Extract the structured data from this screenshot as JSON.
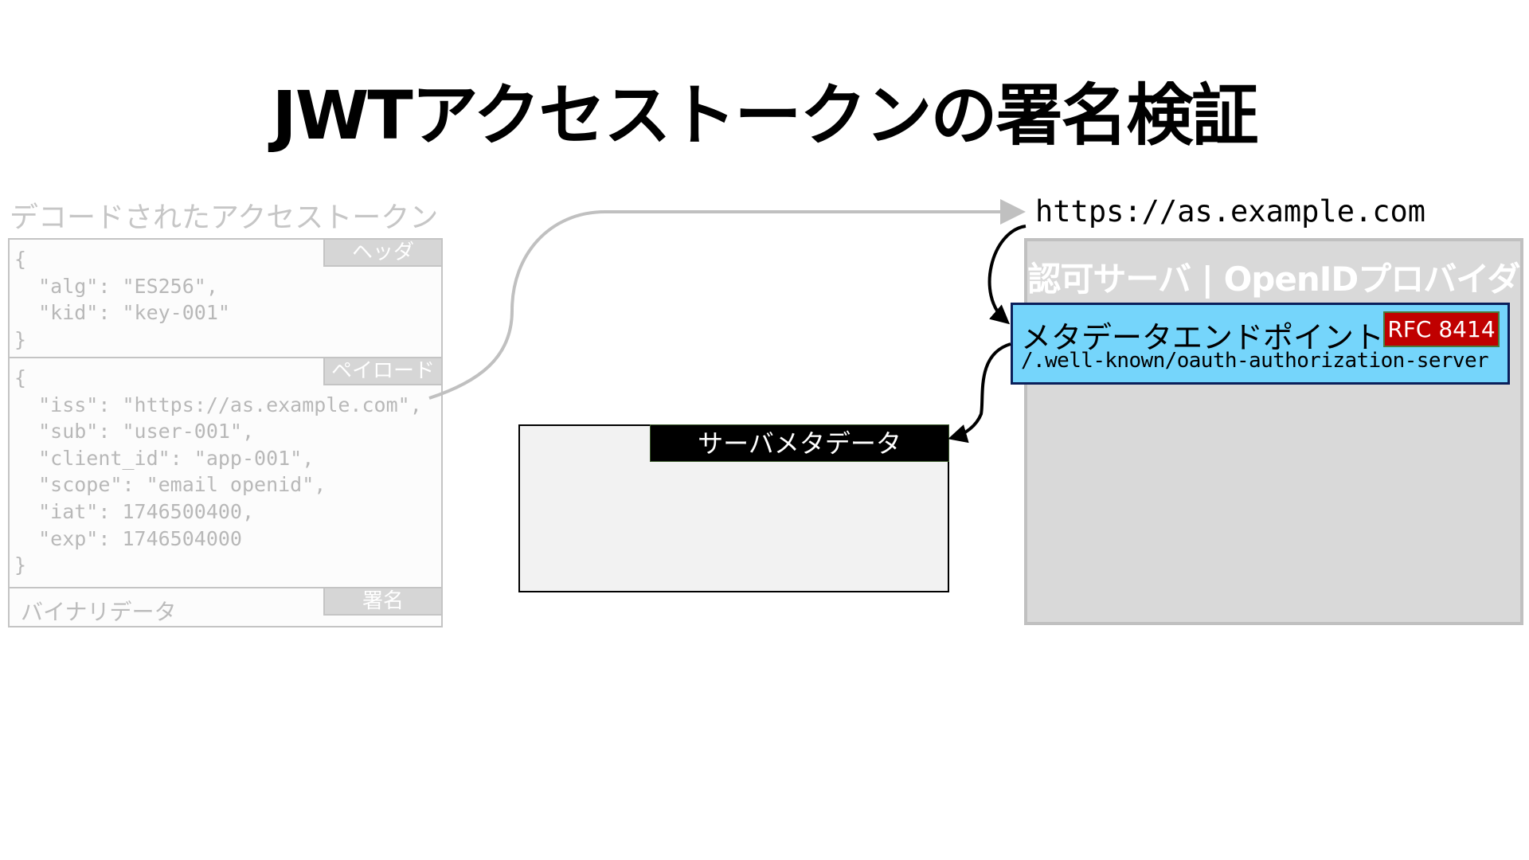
{
  "title": "JWTアクセストークンの署名検証",
  "decoded_token": {
    "label": "デコードされたアクセストークン",
    "header": {
      "tag": "ヘッダ",
      "code": "{\n  \"alg\": \"ES256\",\n  \"kid\": \"key-001\"\n}"
    },
    "payload": {
      "tag": "ペイロード",
      "code": "{\n  \"iss\": \"https://as.example.com\",\n  \"sub\": \"user-001\",\n  \"client_id\": \"app-001\",\n  \"scope\": \"email openid\",\n  \"iat\": 1746500400,\n  \"exp\": 1746504000\n}"
    },
    "signature": {
      "tag": "署名",
      "text": "バイナリデータ"
    }
  },
  "server_metadata": {
    "label": "サーバメタデータ"
  },
  "issuer_url": "https://as.example.com",
  "auth_server": {
    "title": "認可サーバ | OpenIDプロバイダ",
    "endpoint": {
      "title": "メタデータエンドポイント",
      "path": "/.well-known/oauth-authorization-server",
      "badge": "RFC 8414"
    }
  },
  "colors": {
    "endpoint_bg": "#75d5fb",
    "badge_bg": "#c00000",
    "server_bg": "#d9d9d9"
  }
}
